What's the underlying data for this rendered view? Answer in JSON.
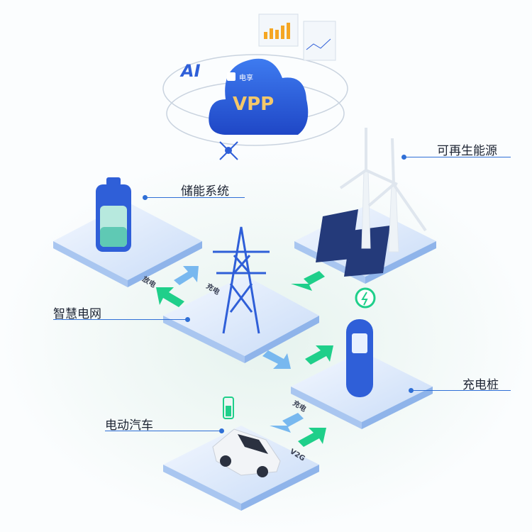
{
  "cloud": {
    "logo": "电享",
    "title": "VPP",
    "ai": "AI"
  },
  "labels": {
    "renewable": "可再生能源",
    "storage": "储能系统",
    "grid": "智慧电网",
    "charger": "充电桩",
    "ev": "电动汽车"
  },
  "arrows": {
    "discharge": "放电",
    "charge_grid": "充电",
    "charge_car": "充电",
    "v2g": "V2G"
  },
  "colors": {
    "blue": "#2f5fd8",
    "green": "#1fcf8a",
    "light_blue": "#78b8ef"
  }
}
